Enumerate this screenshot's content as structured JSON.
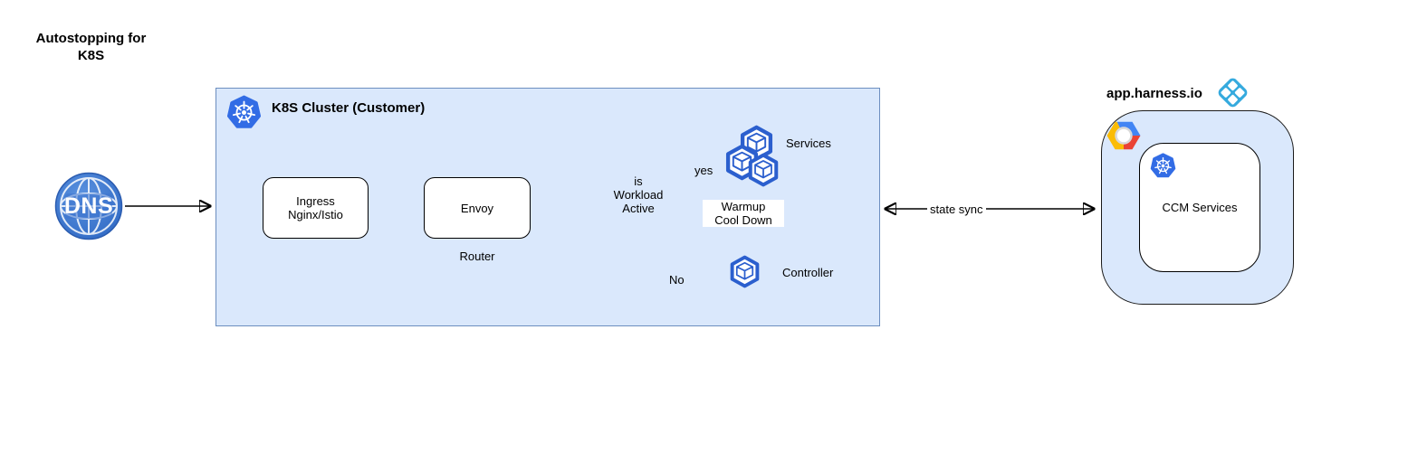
{
  "page_title": "Autostopping for\nK8S",
  "colors": {
    "cluster_fill": "#dae8fc",
    "cluster_border": "#6c8ebf",
    "node_border": "#000000",
    "k8s_blue": "#326ce5",
    "pod_blue": "#2b5fce",
    "dns_blue": "#3e7bd6",
    "harness_cyan": "#35aade",
    "gcp_red": "#ea4335",
    "gcp_yellow": "#fbbc05",
    "gcp_blue": "#4285f4",
    "arrow_color": "#000000"
  },
  "dns": {
    "label": "DNS",
    "icon": "dns-globe-icon"
  },
  "cluster": {
    "title": "K8S Cluster (Customer)",
    "icon": "kubernetes-icon",
    "ingress": {
      "label": "Ingress\nNginx/Istio"
    },
    "envoy": {
      "label": "Envoy",
      "sublabel": "Router"
    },
    "decision": {
      "label": "is\nWorkload\nActive"
    },
    "services": {
      "label": "Services",
      "icon": "pod-cubes-icon"
    },
    "controller": {
      "label": "Controller",
      "icon": "pod-cube-icon"
    }
  },
  "edges": {
    "dns_to_cluster": "",
    "yes": "yes",
    "no": "No",
    "warmup": "Warmup\nCool Down",
    "state_sync": "state sync"
  },
  "harness": {
    "title": "app.harness.io",
    "logo": "harness-diamond-icon",
    "platform_icon": "gcp-hexagon-icon",
    "ccm": {
      "label": "CCM Services",
      "icon": "kubernetes-icon"
    }
  }
}
